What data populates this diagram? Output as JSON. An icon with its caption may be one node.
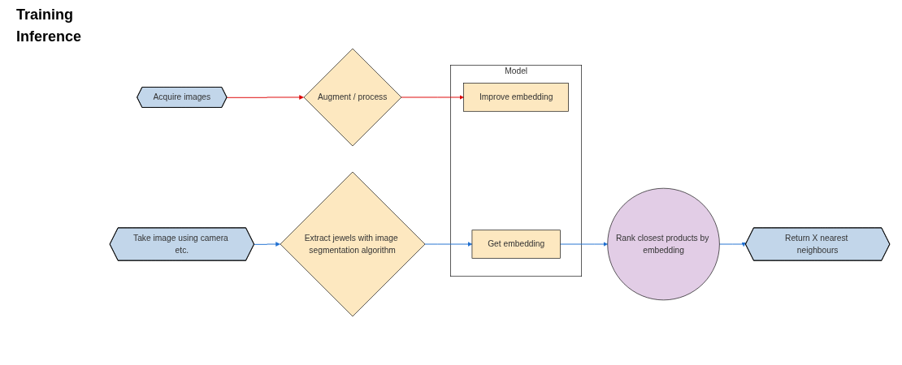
{
  "diagram": {
    "nodes": [
      {
        "text": [
          "Acquire images"
        ]
      },
      {
        "text": [
          "Augment / process"
        ]
      },
      {
        "text": [
          "Model"
        ]
      },
      {
        "text": [
          "Improve embedding"
        ],
        "in": 2
      },
      {
        "text": [
          "Get embedding"
        ],
        "in": 2
      },
      {
        "text": [
          "Take image using camera etc."
        ]
      },
      {
        "text": [
          "Extract jewels with image segmentation algorithm"
        ]
      },
      {
        "text": [
          "Rank closest products by embedding"
        ]
      },
      {
        "text": [
          "Return X nearest neighbours"
        ]
      }
    ],
    "edges": [
      {
        "from": 0,
        "to": 1,
        "arrow": "to",
        "color": "#dd0000"
      },
      {
        "from": 1,
        "to": 3,
        "arrow": "to",
        "color": "#dd0000"
      },
      {
        "from": 5,
        "to": 6,
        "arrow": "to"
      },
      {
        "from": 6,
        "to": 4,
        "arrow": "to"
      },
      {
        "from": 4,
        "to": 7,
        "arrow": "to"
      },
      {
        "from": 7,
        "to": 8,
        "arrow": "to"
      }
    ],
    "labels": [
      "Training",
      "Inference"
    ]
  }
}
